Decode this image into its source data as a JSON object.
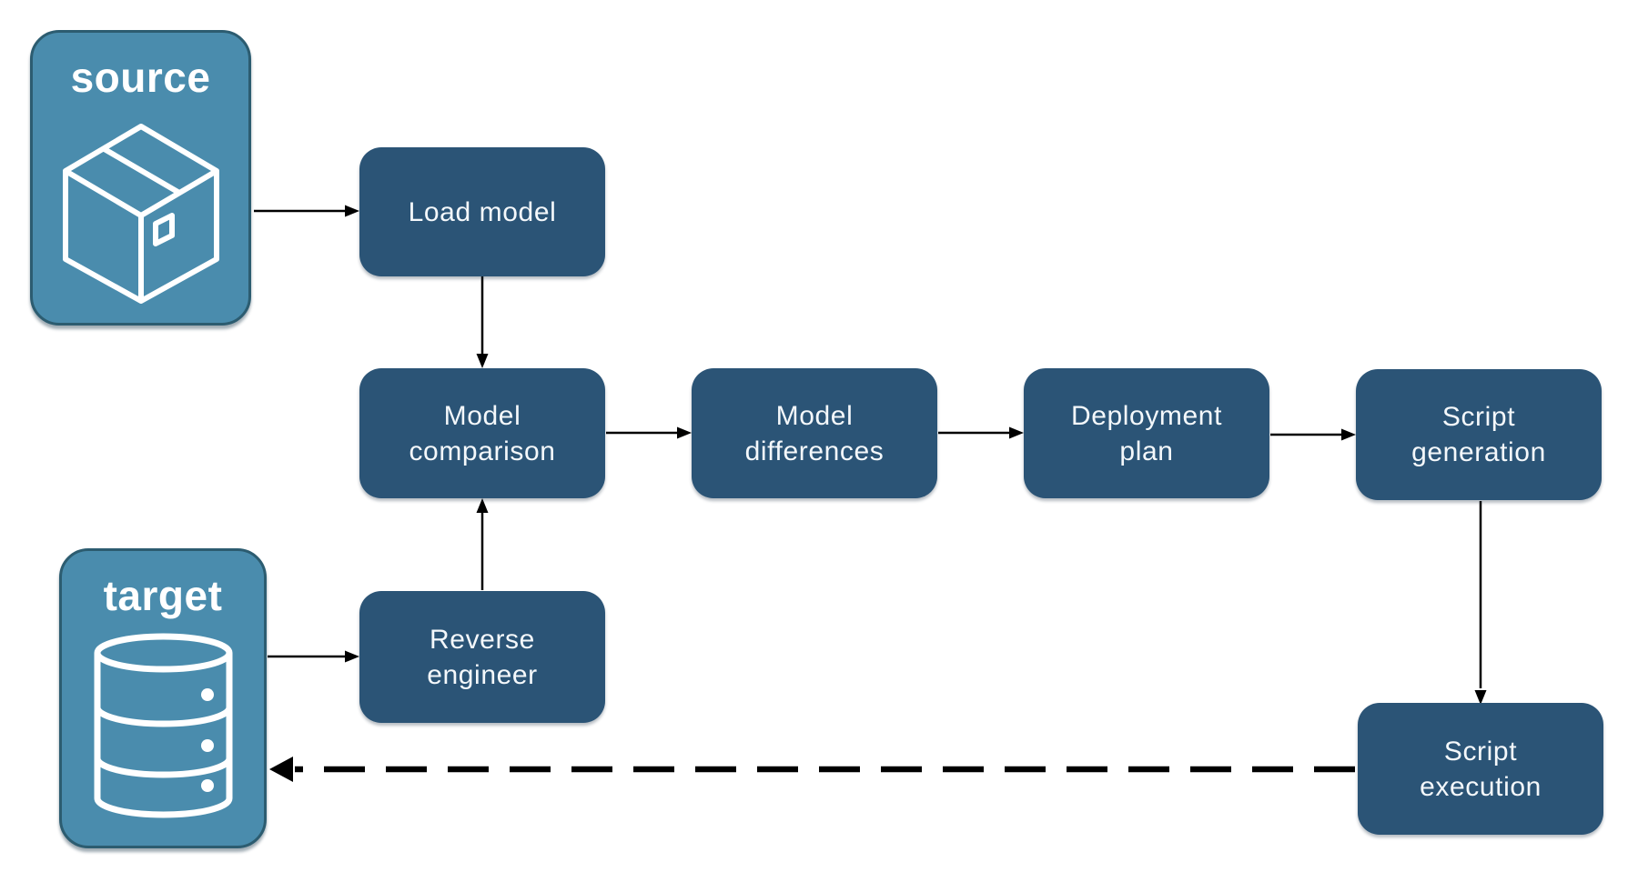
{
  "colors": {
    "background": "#FFFFFF",
    "node_fill": "#2B5476",
    "node_text": "#F4F8FB",
    "store_fill": "#4A8CAD",
    "store_border": "#2C5C70",
    "store_text": "#FFFFFF",
    "arrow": "#000000",
    "icon_stroke": "#FFFFFF"
  },
  "stores": {
    "source": {
      "label": "source",
      "icon": "package-icon"
    },
    "target": {
      "label": "target",
      "icon": "database-icon"
    }
  },
  "nodes": {
    "load_model": {
      "label": "Load model"
    },
    "model_comparison": {
      "label": "Model\ncomparison"
    },
    "model_differences": {
      "label": "Model\ndifferences"
    },
    "deployment_plan": {
      "label": "Deployment\nplan"
    },
    "script_generation": {
      "label": "Script\ngeneration"
    },
    "reverse_engineer": {
      "label": "Reverse\nengineer"
    },
    "script_execution": {
      "label": "Script\nexecution"
    }
  },
  "edges": [
    {
      "from": "source",
      "to": "load_model",
      "style": "solid"
    },
    {
      "from": "load_model",
      "to": "model_comparison",
      "style": "solid"
    },
    {
      "from": "model_comparison",
      "to": "model_differences",
      "style": "solid"
    },
    {
      "from": "model_differences",
      "to": "deployment_plan",
      "style": "solid"
    },
    {
      "from": "deployment_plan",
      "to": "script_generation",
      "style": "solid"
    },
    {
      "from": "target",
      "to": "reverse_engineer",
      "style": "solid"
    },
    {
      "from": "reverse_engineer",
      "to": "model_comparison",
      "style": "solid"
    },
    {
      "from": "script_generation",
      "to": "script_execution",
      "style": "solid"
    },
    {
      "from": "script_execution",
      "to": "target",
      "style": "dashed"
    }
  ]
}
